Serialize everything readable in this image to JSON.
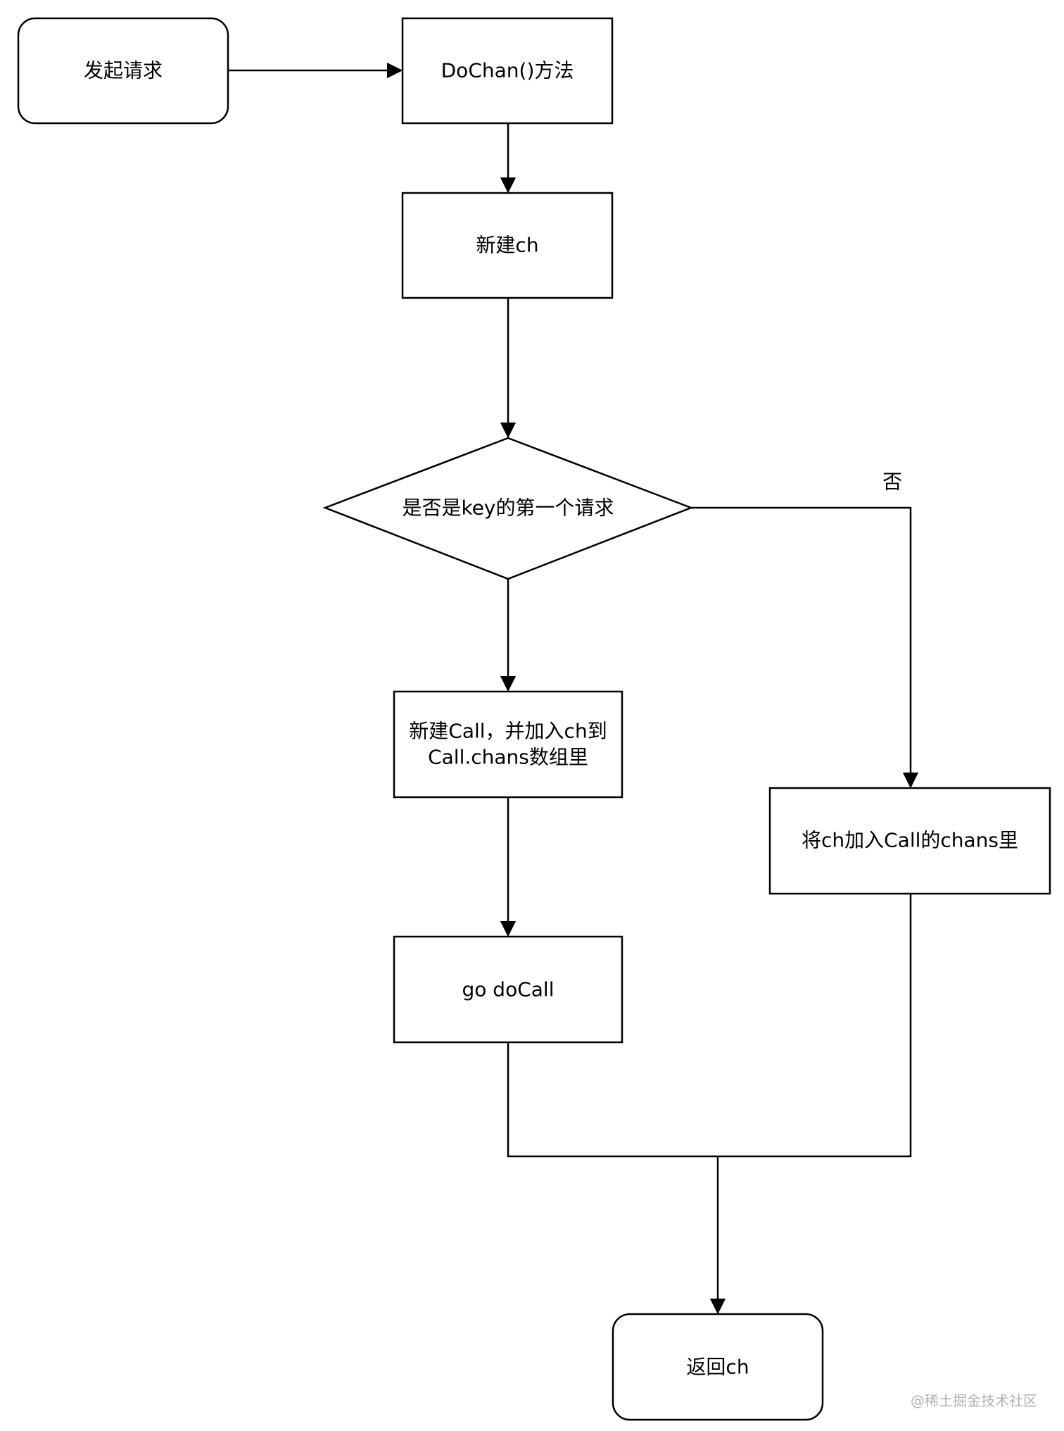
{
  "nodes": {
    "start": "发起请求",
    "dochan": "DoChan()方法",
    "new_ch": "新建ch",
    "decision": "是否是key的第一个请求",
    "new_call_line1": "新建Call，并加入ch到",
    "new_call_line2": "Call.chans数组里",
    "go_docall": "go doCall",
    "add_ch": "将ch加入Call的chans里",
    "return": "返回ch"
  },
  "edge_labels": {
    "no": "否"
  },
  "watermark": "@稀土掘金技术社区"
}
